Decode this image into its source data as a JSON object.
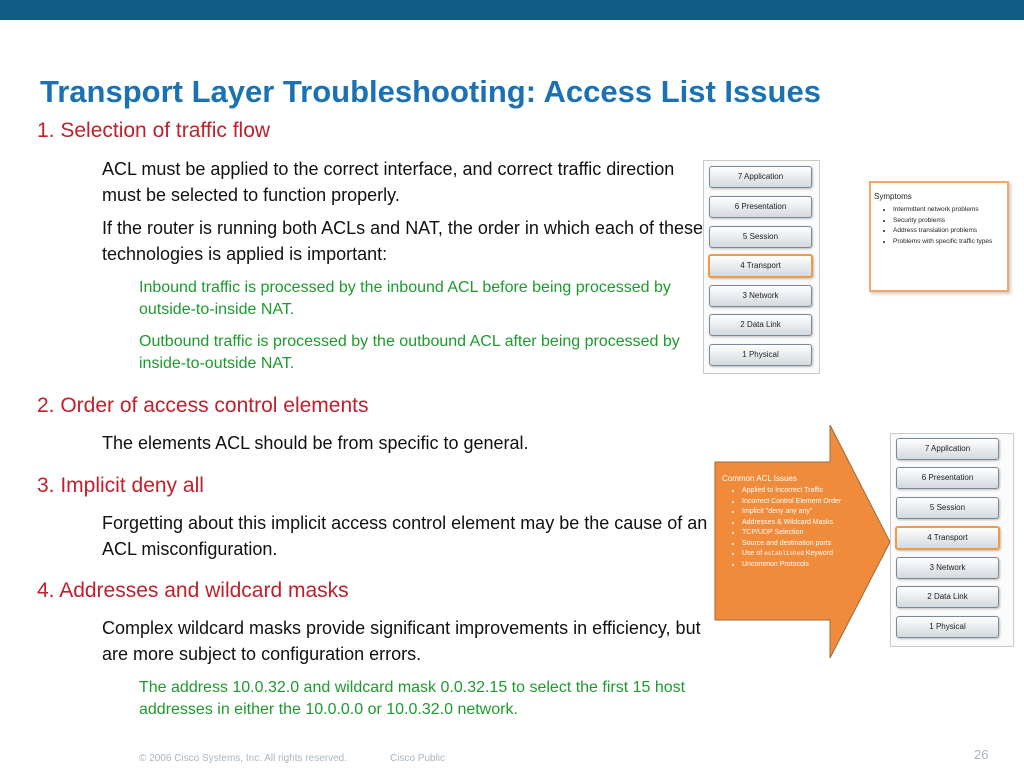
{
  "title": "Transport Layer Troubleshooting: Access List Issues",
  "sections": [
    {
      "heading": "1. Selection of traffic flow",
      "paragraphs": [
        "ACL must be applied to the correct interface, and correct traffic direction must be selected to function properly.",
        "If the router is running both ACLs and NAT, the order in which each of these technologies is applied is important:"
      ],
      "subpoints": [
        "Inbound traffic is processed by the inbound ACL before being processed by outside-to-inside NAT.",
        "Outbound traffic is processed by the outbound ACL after being processed by inside-to-outside NAT."
      ]
    },
    {
      "heading": "2. Order of access control elements",
      "paragraphs": [
        "The elements ACL should be from specific to general."
      ]
    },
    {
      "heading": "3. Implicit deny all",
      "paragraphs": [
        "Forgetting about this implicit access control element may be the cause of an ACL misconfiguration."
      ]
    },
    {
      "heading": "4. Addresses and wildcard masks",
      "paragraphs": [
        "Complex wildcard masks provide significant improvements in efficiency, but are more subject to configuration errors."
      ],
      "subpoints": [
        "The address 10.0.32.0 and wildcard mask 0.0.32.15 to select the first 15 host addresses in either the 10.0.0.0 or 10.0.32.0 network."
      ]
    }
  ],
  "diagram1": {
    "layers": [
      "7 Application",
      "6 Presentation",
      "5 Session",
      "4 Transport",
      "3 Network",
      "2 Data Link",
      "1 Physical"
    ],
    "highlighted_layer": "4 Transport",
    "symptoms_title": "Symptoms",
    "symptoms": [
      "Intermittent network problems",
      "Security problems",
      "Address translation problems",
      "Problems with specific traffic types"
    ]
  },
  "diagram2": {
    "layers": [
      "7 Application",
      "6 Presentation",
      "5 Session",
      "4 Transport",
      "3 Network",
      "2 Data Link",
      "1 Physical"
    ],
    "highlighted_layer": "4 Transport",
    "issues_title": "Common ACL Issues",
    "issues": [
      "Applied to Incorrect Traffic",
      "Incorrect Control Element Order",
      "Implicit \"deny any any\"",
      "Addresses & Wildcard Masks",
      "TCP/UDP Selection",
      "Source and destination ports"
    ],
    "issue_established": {
      "prefix": "Use of ",
      "code": "established",
      "suffix": " Keyword"
    },
    "issue_last": "Uncommon Protocols",
    "arrow_color": "#f08b3c",
    "highlight_color": "#ef9a44"
  },
  "footer": {
    "copyright": "© 2006 Cisco Systems, Inc. All rights reserved.",
    "classification": "Cisco Public",
    "page": "26"
  },
  "colors": {
    "topbar": "#0e5c84",
    "title": "#1a72b5",
    "heading": "#c0202c",
    "subpoint": "#1d9a2e"
  }
}
